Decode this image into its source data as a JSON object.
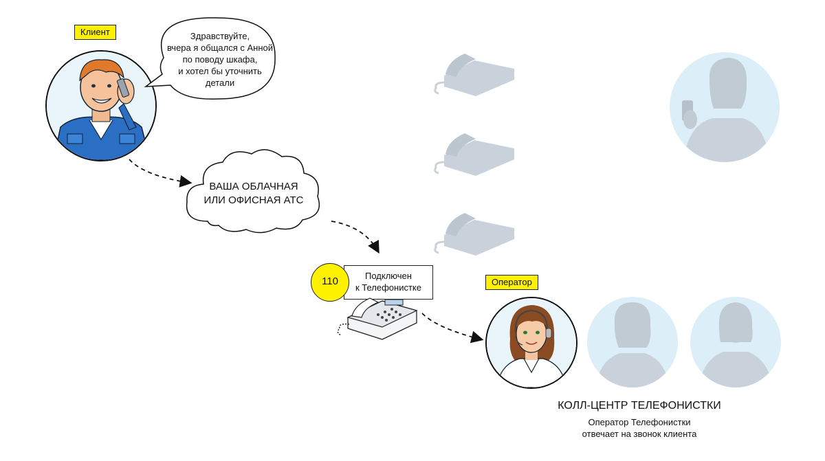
{
  "client": {
    "label": "Клиент",
    "speech": [
      "Здравствуйте,",
      "вчера я общался с Анной",
      "по поводу шкафа,",
      "и хотел бы уточнить",
      "детали"
    ]
  },
  "pbx": {
    "lines": [
      "ВАША ОБЛАЧНАЯ",
      "ИЛИ ОФИСНАЯ АТС"
    ]
  },
  "extension": {
    "number": "110",
    "status_lines": [
      "Подключен",
      "к Телефонистке"
    ]
  },
  "operator": {
    "label": "Оператор"
  },
  "call_center": {
    "title": "КОЛЛ-ЦЕНТР ТЕЛЕФОНИСТКИ",
    "description_lines": [
      "Оператор Телефонистки",
      "отвечает на звонок клиента"
    ]
  },
  "colors": {
    "tag_yellow": "#fff200",
    "ghost_fill": "#c9d2da",
    "ghost_bg": "#dceef7",
    "client_shirt": "#2b6fc4",
    "client_hair": "#e07a2a"
  },
  "icons": {
    "phone": "desk-phone-icon",
    "cloud": "cloud-icon",
    "arrow": "dashed-arrow-icon"
  }
}
